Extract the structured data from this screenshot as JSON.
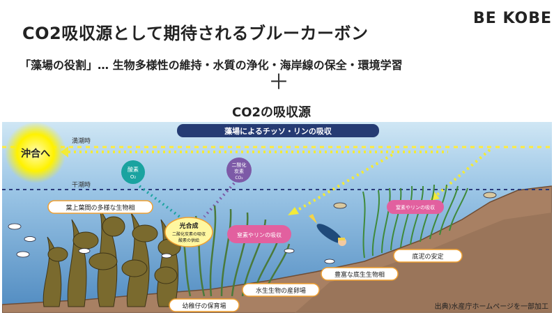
{
  "slide": {
    "title": "CO2吸収源として期待されるブルーカーボン",
    "logo": "BE KOBE",
    "roles": "「藻場の役割」…  生物多様性の維持・水質の浄化・海岸線の保全・環境学習",
    "plus": "＋",
    "co2_source": "CO2の吸収源"
  },
  "diagram": {
    "banner": "藻場によるチッソ・リンの吸収",
    "high_tide": "満潮時",
    "low_tide": "干潮時",
    "offshore": "沖合へ",
    "oxygen": "酸素",
    "oxygen_formula": "O₂",
    "co2_line1": "二酸化",
    "co2_line2": "炭素",
    "co2_formula": "CO₂",
    "photosynthesis_title": "光合成",
    "photosynthesis_line1": "二酸化炭素の吸収",
    "photosynthesis_line2": "酸素の供給",
    "nutrients_left": "窒素やリンの吸収",
    "nutrients_right": "窒素やリンの吸収",
    "biodiversity": "葉上葉間の多様な生物相",
    "sediment": "底泥の安定",
    "benthos": "豊富な底生生物相",
    "spawning": "水生生物の産卵場",
    "nursery": "幼稚仔の保育場"
  },
  "source": "出典)水産庁ホームページを一部加工",
  "colors": {
    "sky": "#cfe6f4",
    "water": "#7fb4dc",
    "deep": "#5a95c8",
    "seabed": "#b0876b",
    "banner": "#253b73",
    "label_border": "#f0a030",
    "sun": "#fff200",
    "arrow_yellow": "#f2ea3a",
    "arrow_teal": "#1aa3a0",
    "arrow_purple": "#7d5aa7",
    "bubble_pink": "#e2609f"
  }
}
